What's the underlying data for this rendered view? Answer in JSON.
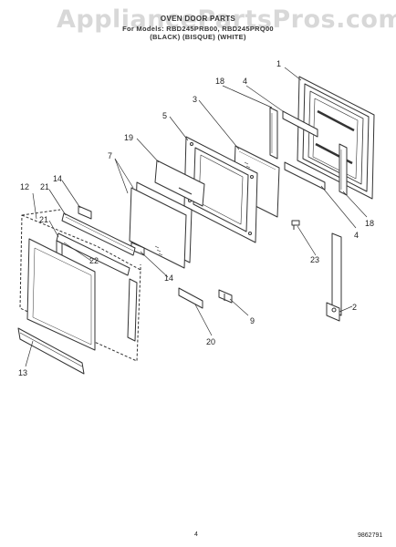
{
  "watermark": "AppliancePartsPros.com",
  "title": "OVEN DOOR PARTS",
  "subtitle": "For Models: RBD245PRB00, RBD245PRQ00",
  "variants": "(BLACK) (BISQUE) (WHITE)",
  "callouts": [
    "1",
    "2",
    "3",
    "4",
    "4",
    "5",
    "7",
    "9",
    "12",
    "13",
    "14",
    "14",
    "18",
    "18",
    "19",
    "20",
    "21",
    "21",
    "22",
    "23"
  ],
  "footer": {
    "page": "4",
    "doc": "9862791"
  }
}
